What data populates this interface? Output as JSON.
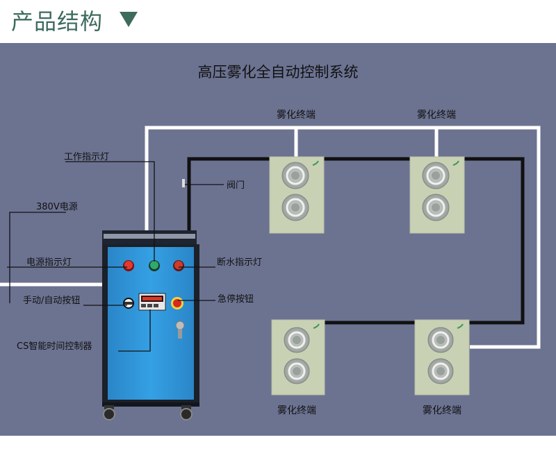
{
  "header": {
    "title": "产品结构"
  },
  "diagram": {
    "title": "高压雾化全自动控制系统",
    "terminal_label": "雾化终端",
    "labels": {
      "work_light": "工作指示灯",
      "valve": "阀门",
      "power_380": "380V电源",
      "power_light": "电源指示灯",
      "manual_auto": "手动/自动按钮",
      "cs_controller": "CS智能时间控制器",
      "water_light": "断水指示灯",
      "emergency": "急停按钮"
    },
    "colors": {
      "panel": "#6c7391",
      "cabinet_blue": "#2f92d6",
      "terminal": "#c9d1b4",
      "pipe_black": "#111111",
      "pipe_white": "#ffffff",
      "accent": "#3d6b5e"
    }
  }
}
